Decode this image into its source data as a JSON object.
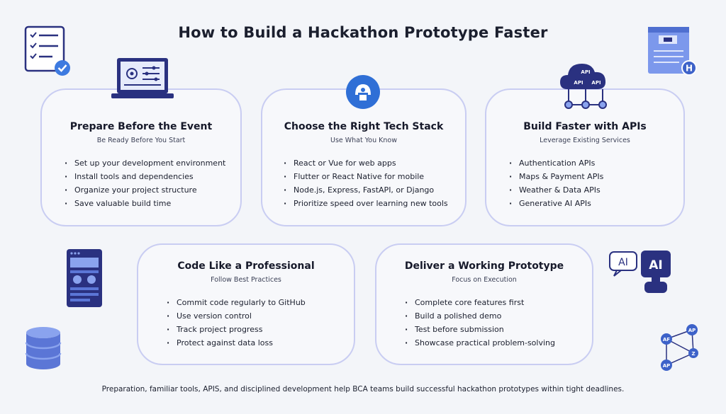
{
  "title": "How to Build a Hackathon Prototype Faster",
  "cards": [
    {
      "title": "Prepare Before the Event",
      "subtitle": "Be Ready Before You Start",
      "items": [
        "Set up your development environment",
        "Install tools and dependencies",
        "Organize your project structure",
        "Save valuable build time"
      ]
    },
    {
      "title": "Choose the Right Tech Stack",
      "subtitle": "Use What You Know",
      "items": [
        "React or Vue for web apps",
        "Flutter or React Native for mobile",
        "Node.js, Express, FastAPI, or Django",
        "Prioritize speed over learning new tools"
      ]
    },
    {
      "title": "Build Faster with APIs",
      "subtitle": "Leverage Existing Services",
      "items": [
        "Authentication APIs",
        "Maps & Payment APIs",
        "Weather & Data APIs",
        "Generative AI APIs"
      ]
    },
    {
      "title": "Code Like a Professional",
      "subtitle": "Follow Best Practices",
      "items": [
        "Commit code regularly to GitHub",
        "Use version control",
        "Track project progress",
        "Protect against data loss"
      ]
    },
    {
      "title": "Deliver a Working Prototype",
      "subtitle": "Focus on Execution",
      "items": [
        "Complete core features first",
        "Build a polished demo",
        "Test before submission",
        "Showcase practical problem-solving"
      ]
    }
  ],
  "icons": {
    "api_label": "API",
    "ai_label": "AI",
    "h_label": "H",
    "ap_label": "AP",
    "af_label": "AF",
    "z_label": "Z"
  },
  "footer": "Preparation, familiar tools, APIS, and disciplined development help BCA teams build successful hackathon prototypes within tight deadlines.",
  "colors": {
    "accent": "#2f3a8c",
    "card_border": "#c9cdf2",
    "blue": "#2f6fd6",
    "background": "#f3f5f9"
  }
}
